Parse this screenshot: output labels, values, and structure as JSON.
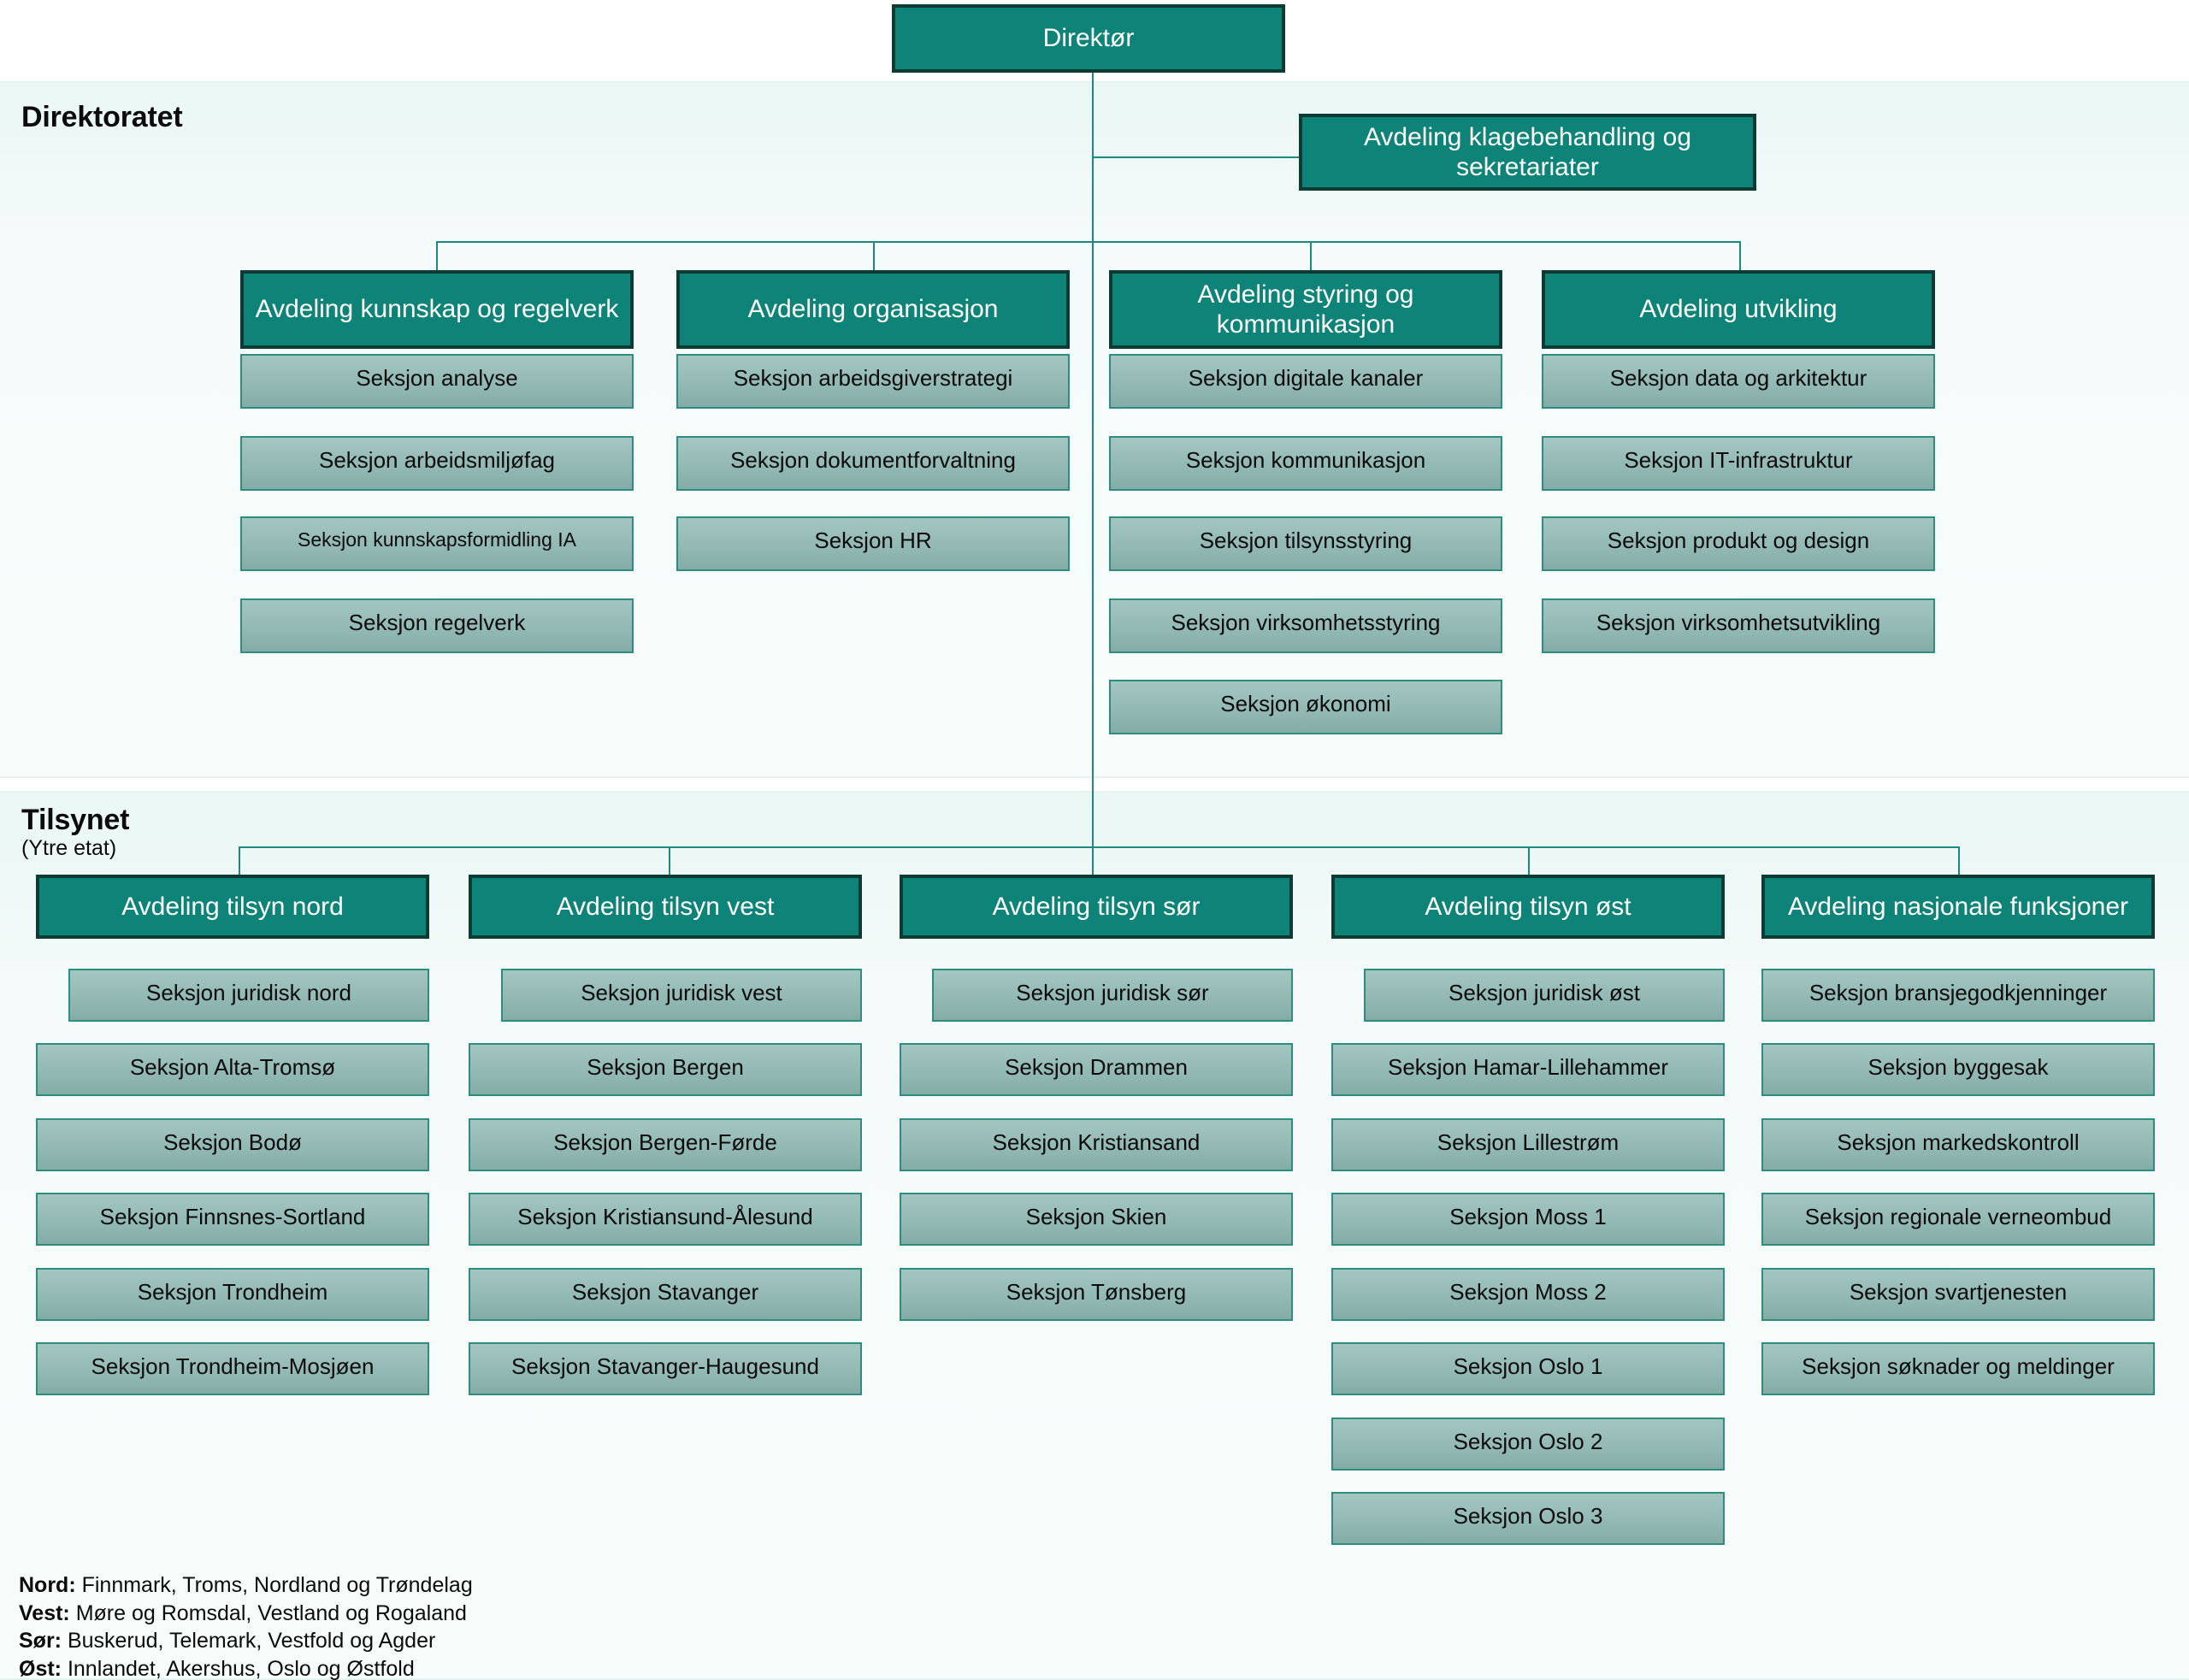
{
  "colors": {
    "dept_fill": "#0e8377",
    "dept_border": "#0c3b34",
    "section_fill_top": "#a3c6c1",
    "section_fill_bottom": "#84aca7",
    "section_border": "#2f8d80",
    "connector": "#1b8a7c",
    "panel_background": "#f2faf8",
    "page_background": "#ffffff",
    "text_dark": "#0b0b0b",
    "text_light": "#ffffff"
  },
  "root": {
    "label": "Direktør"
  },
  "panels": [
    {
      "id": "direktoratet",
      "title": "Direktoratet",
      "subtitle": ""
    },
    {
      "id": "tilsynet",
      "title": "Tilsynet",
      "subtitle": "(Ytre etat)"
    }
  ],
  "staff_unit": {
    "label": "Avdeling klagebehandling og sekretariater"
  },
  "direktoratet_departments": [
    {
      "label": "Avdeling kunnskap og regelverk",
      "sections": [
        "Seksjon analyse",
        "Seksjon arbeidsmiljøfag",
        "Seksjon kunnskapsformidling IA",
        "Seksjon regelverk"
      ]
    },
    {
      "label": "Avdeling organisasjon",
      "sections": [
        "Seksjon arbeidsgiverstrategi",
        "Seksjon dokumentforvaltning",
        "Seksjon HR"
      ]
    },
    {
      "label": "Avdeling styring og kommunikasjon",
      "sections": [
        "Seksjon digitale kanaler",
        "Seksjon kommunikasjon",
        "Seksjon tilsynsstyring",
        "Seksjon virksomhetsstyring",
        "Seksjon økonomi"
      ]
    },
    {
      "label": "Avdeling utvikling",
      "sections": [
        "Seksjon data og arkitektur",
        "Seksjon IT-infrastruktur",
        "Seksjon produkt og design",
        "Seksjon virksomhetsutvikling"
      ]
    }
  ],
  "tilsynet_departments": [
    {
      "label": "Avdeling tilsyn nord",
      "sections": [
        "Seksjon juridisk nord",
        "Seksjon Alta-Tromsø",
        "Seksjon Bodø",
        "Seksjon  Finnsnes-Sortland",
        "Seksjon  Trondheim",
        "Seksjon Trondheim-Mosjøen"
      ]
    },
    {
      "label": "Avdeling tilsyn vest",
      "sections": [
        "Seksjon juridisk vest",
        "Seksjon Bergen",
        "Seksjon Bergen-Førde",
        "Seksjon Kristiansund-Ålesund",
        "Seksjon Stavanger",
        "Seksjon Stavanger-Haugesund"
      ]
    },
    {
      "label": "Avdeling tilsyn sør",
      "sections": [
        "Seksjon juridisk sør",
        "Seksjon Drammen",
        "Seksjon Kristiansand",
        "Seksjon Skien",
        "Seksjon Tønsberg"
      ]
    },
    {
      "label": "Avdeling tilsyn øst",
      "sections": [
        "Seksjon juridisk øst",
        "Seksjon Hamar-Lillehammer",
        "Seksjon Lillestrøm",
        "Seksjon Moss 1",
        "Seksjon Moss 2",
        "Seksjon Oslo 1",
        "Seksjon Oslo 2",
        "Seksjon Oslo 3"
      ]
    },
    {
      "label": "Avdeling nasjonale funksjoner",
      "sections": [
        "Seksjon bransjegodkjenninger",
        "Seksjon byggesak",
        "Seksjon markedskontroll",
        "Seksjon regionale verneombud",
        "Seksjon svartjenesten",
        "Seksjon søknader og meldinger"
      ]
    }
  ],
  "footnotes": [
    {
      "key": "Nord:",
      "value": " Finnmark, Troms, Nordland og Trøndelag"
    },
    {
      "key": "Vest:",
      "value": " Møre og Romsdal, Vestland og Rogaland"
    },
    {
      "key": "Sør:",
      "value": " Buskerud, Telemark, Vestfold og Agder"
    },
    {
      "key": "Øst:",
      "value": " Innlandet, Akershus, Oslo og Østfold"
    }
  ]
}
